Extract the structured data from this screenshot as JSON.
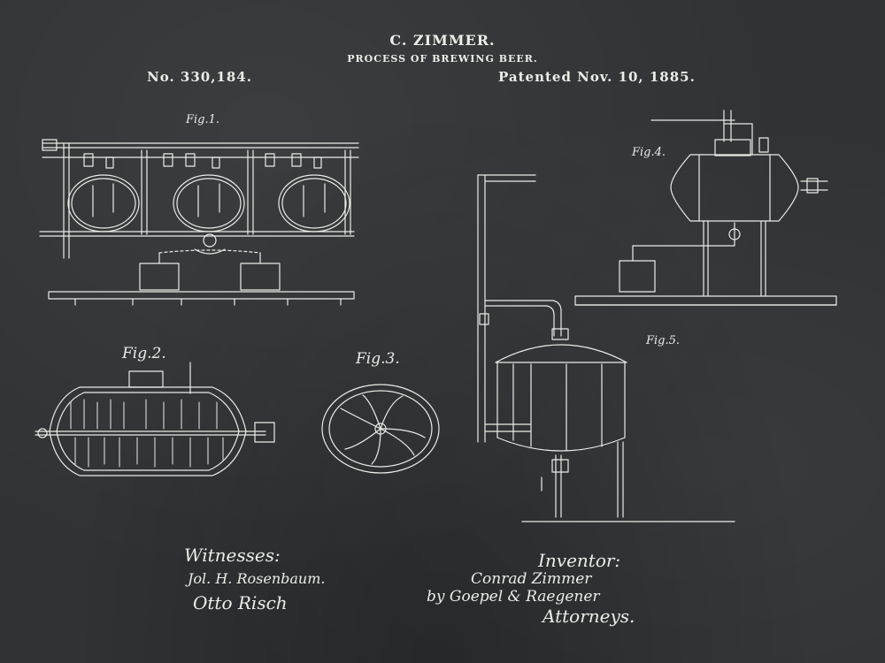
{
  "header": {
    "title": "C. ZIMMER.",
    "subtitle": "PROCESS OF BREWING BEER.",
    "patent_number": "No. 330,184.",
    "patent_date": "Patented Nov. 10, 1885."
  },
  "figures": {
    "fig1": "Fig.1.",
    "fig2": "Fig.2.",
    "fig3": "Fig.3.",
    "fig4": "Fig.4.",
    "fig5": "Fig.5."
  },
  "signatures": {
    "witnesses_label": "Witnesses:",
    "witness_1": "Jol. H. Rosenbaum.",
    "witness_2": "Otto Risch",
    "inventor_label": "Inventor:",
    "inventor_name": "Conrad Zimmer",
    "attorneys_line": "by Goepel & Raegener",
    "attorneys_label": "Attorneys."
  },
  "colors": {
    "background": "#303234",
    "chalk": "#ecece8"
  }
}
